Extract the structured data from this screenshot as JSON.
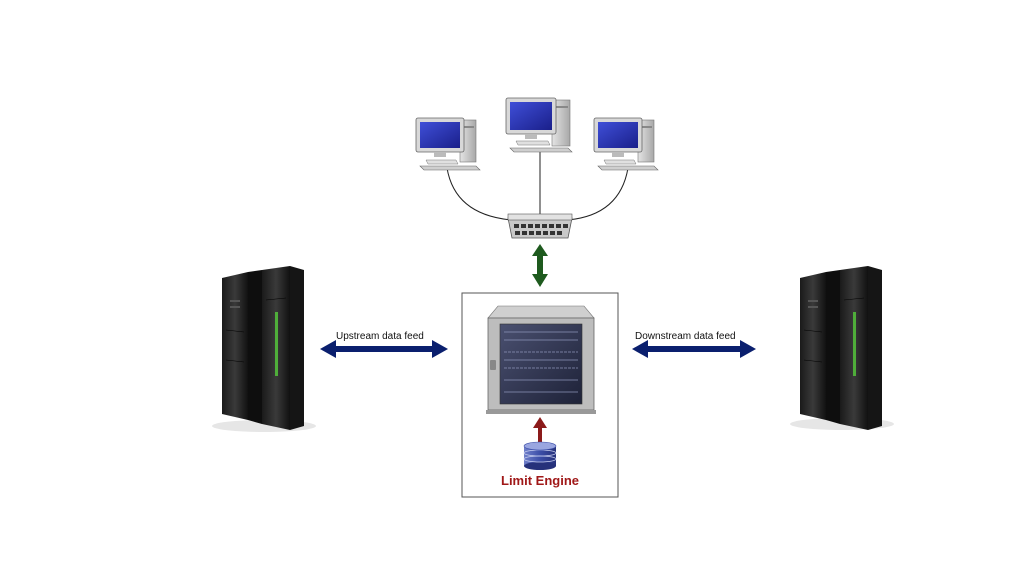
{
  "diagram": {
    "nodes": {
      "workstations": [
        {
          "icon": "desktop-computer-icon"
        },
        {
          "icon": "desktop-computer-icon"
        },
        {
          "icon": "desktop-computer-icon"
        }
      ],
      "hub": {
        "icon": "network-switch-icon"
      },
      "left_server": {
        "icon": "mainframe-server-icon"
      },
      "right_server": {
        "icon": "mainframe-server-icon"
      },
      "engine": {
        "icon": "server-rack-icon",
        "title": "Limit Engine"
      },
      "database": {
        "icon": "database-icon"
      }
    },
    "edges": {
      "upstream": {
        "label": "Upstream data feed",
        "color": "#0a1f6e"
      },
      "downstream": {
        "label": "Downstream data feed",
        "color": "#0a1f6e"
      },
      "hub_engine": {
        "color": "#1e5a1e"
      },
      "db_engine": {
        "color": "#8b1a1a"
      }
    }
  }
}
